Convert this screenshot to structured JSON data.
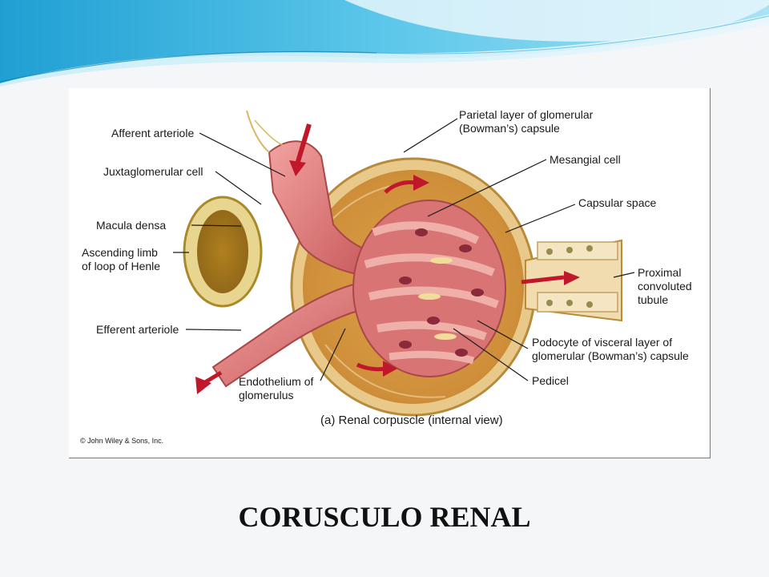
{
  "slide": {
    "title": "CORUSCULO RENAL"
  },
  "figure": {
    "caption": "(a) Renal corpuscle (internal view)",
    "copyright": "© John Wiley & Sons, Inc.",
    "labels": {
      "afferent_arteriole": "Afferent arteriole",
      "juxtaglomerular_cell": "Juxtaglomerular cell",
      "macula_densa": "Macula densa",
      "ascending_limb_line1": "Ascending limb",
      "ascending_limb_line2": "of loop of Henle",
      "efferent_arteriole": "Efferent arteriole",
      "endothelium_line1": "Endothelium of",
      "endothelium_line2": "glomerulus",
      "parietal_line1": "Parietal layer of glomerular",
      "parietal_line2": "(Bowman’s) capsule",
      "mesangial_cell": "Mesangial cell",
      "capsular_space": "Capsular space",
      "proximal_line1": "Proximal",
      "proximal_line2": "convoluted",
      "proximal_line3": "tubule",
      "podocyte_line1": "Podocyte of visceral layer of",
      "podocyte_line2": "glomerular (Bowman’s) capsule",
      "pedicel": "Pedicel"
    }
  },
  "colors": {
    "wave_cyan": "#35b8e0",
    "wave_light": "#bfe9f6",
    "arrow_red": "#c0182a",
    "capsule_tan": "#d9a44f",
    "vessel_pink": "#e07a78"
  }
}
